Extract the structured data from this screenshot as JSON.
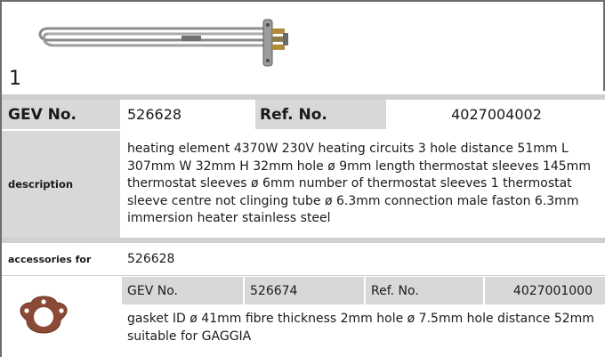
{
  "product": {
    "item_number": "1",
    "gev_label": "GEV No.",
    "gev_value": "526628",
    "ref_label": "Ref. No.",
    "ref_value": "4027004002",
    "description_label": "description",
    "description_text": "heating element  4370W 230V heating circuits 3 hole distance 51mm L 307mm W 32mm H 32mm hole ø 9mm length thermostat sleeves 145mm thermostat sleeves ø 6mm number of thermostat sleeves 1 thermostat sleeve centre not clinging tube ø 6.3mm connection male faston 6.3mm immersion heater stainless steel",
    "accessories_label": "accessories for",
    "accessories_value": "526628"
  },
  "accessory": {
    "gev_label": "GEV No.",
    "gev_value": "526674",
    "ref_label": "Ref. No.",
    "ref_value": "4027001000",
    "description_text": "gasket  ID ø 41mm fibre thickness 2mm hole ø 7.5mm hole distance 52mm suitable for GAGGIA"
  },
  "colors": {
    "label_shade": "#d8d8d8",
    "frame": "#6d6d6d",
    "gasket": "#8a4a35"
  },
  "icons": {
    "product_image": "heating-element-image",
    "accessory_image": "gasket-image"
  }
}
